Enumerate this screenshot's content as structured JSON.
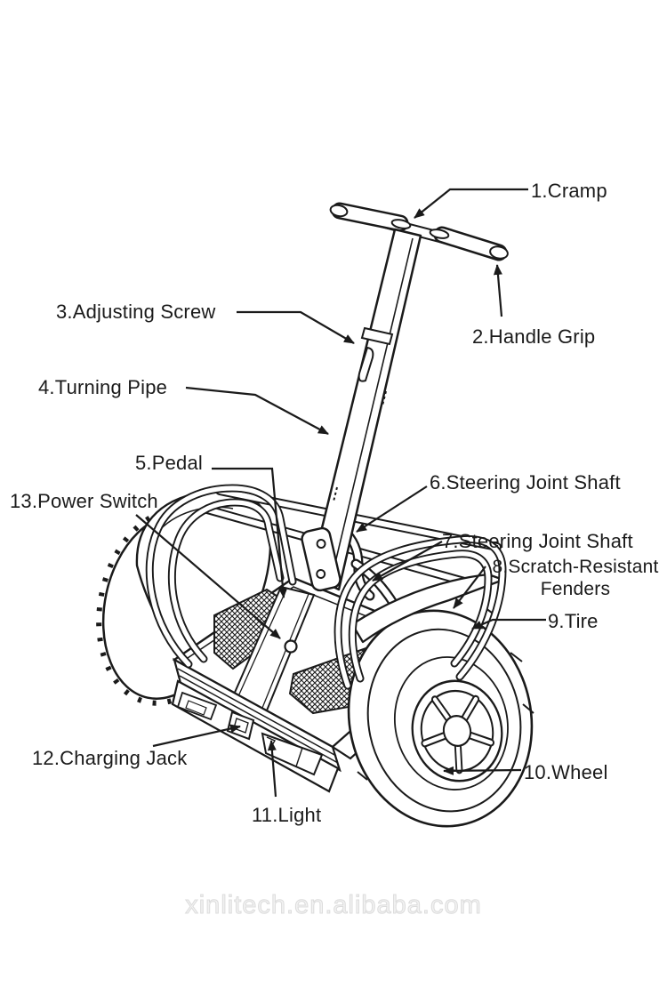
{
  "colors": {
    "ink": "#1a1a1a",
    "background": "#ffffff",
    "watermark_outline": "#dcdcdc"
  },
  "watermark": {
    "text": "xinlitech.en.alibaba.com"
  },
  "diagram": {
    "subject": "self-balancing two-wheel scooter parts diagram"
  },
  "labels": [
    {
      "id": "1",
      "lines": [
        "1.Cramp"
      ]
    },
    {
      "id": "2",
      "lines": [
        "2.Handle Grip"
      ]
    },
    {
      "id": "3",
      "lines": [
        "3.Adjusting Screw"
      ]
    },
    {
      "id": "4",
      "lines": [
        "4.Turning Pipe"
      ]
    },
    {
      "id": "5",
      "lines": [
        "5.Pedal"
      ]
    },
    {
      "id": "6",
      "lines": [
        "6.Steering Joint Shaft"
      ]
    },
    {
      "id": "7",
      "lines": [
        "7.Steering Joint Shaft"
      ]
    },
    {
      "id": "8",
      "lines": [
        "8.Scratch-Resistant",
        "Fenders"
      ]
    },
    {
      "id": "9",
      "lines": [
        "9.Tire"
      ]
    },
    {
      "id": "10",
      "lines": [
        "10.Wheel"
      ]
    },
    {
      "id": "11",
      "lines": [
        "11.Light"
      ]
    },
    {
      "id": "12",
      "lines": [
        "12.Charging Jack"
      ]
    },
    {
      "id": "13",
      "lines": [
        "13.Power Switch"
      ]
    }
  ]
}
